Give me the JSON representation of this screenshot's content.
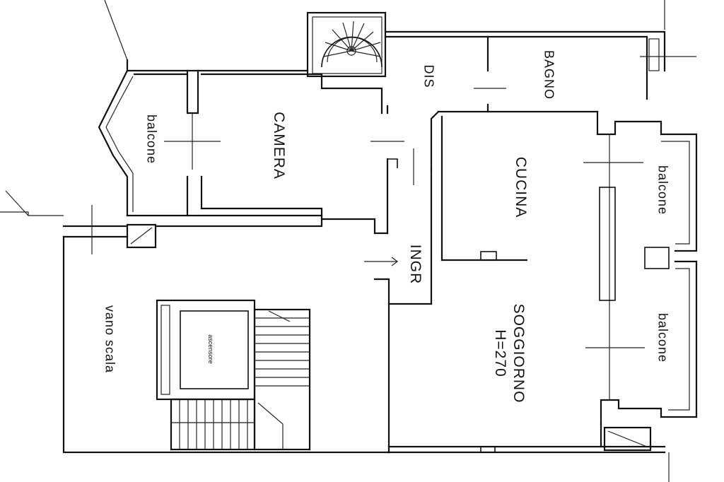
{
  "rooms": {
    "bagno": "BAGNO",
    "dis": "DIS",
    "camera": "CAMERA",
    "cucina": "CUCINA",
    "ingr": "INGR",
    "soggiorno": "SOGGIORNO",
    "height": "H=270",
    "balcone_left": "balcone",
    "balcone_right_top": "balcone",
    "balcone_right_bottom": "balcone",
    "vano_scala": "vano scala",
    "ascensore": "ascensore"
  }
}
